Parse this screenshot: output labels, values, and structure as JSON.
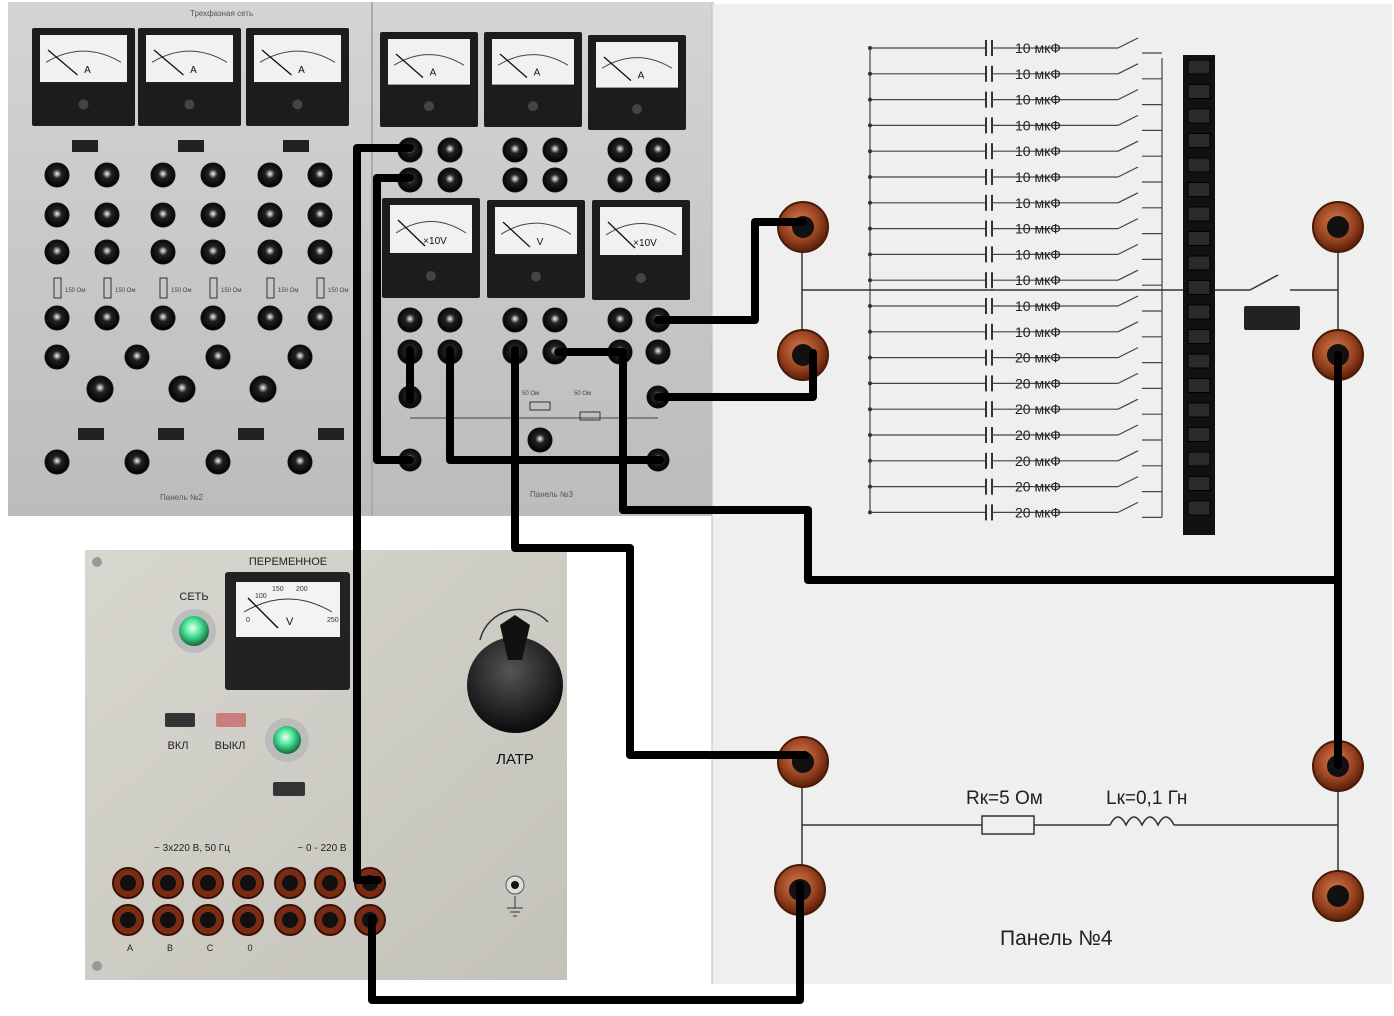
{
  "panel_top": {
    "header": "Трехфазная сеть",
    "meter_unit_a": "A",
    "meter_unit_10v": "×10V",
    "meter_unit_v": "V",
    "res_label": "150 Ом",
    "res_label_b": "50 Ом",
    "label_left": "Панель №2",
    "label_right": "Панель №3"
  },
  "source_panel": {
    "title": "ПЕРЕМЕННОЕ",
    "net_label": "СЕТЬ",
    "meter_unit": "V",
    "meter_scale": [
      "0",
      "100",
      "150",
      "200",
      "250"
    ],
    "on_label": "ВКЛ",
    "off_label": "ВЫКЛ",
    "latr_label": "ЛАТР",
    "three_phase_label": "~ 3х220 В, 50 Гц",
    "var_label": "~ 0 - 220 В",
    "phase_labels": [
      "A",
      "B",
      "C",
      "0"
    ]
  },
  "panel4": {
    "capacitors": [
      "10 мкФ",
      "10 мкФ",
      "10 мкФ",
      "10 мкФ",
      "10 мкФ",
      "10 мкФ",
      "10 мкФ",
      "10 мкФ",
      "10 мкФ",
      "10 мкФ",
      "10 мкФ",
      "10 мкФ",
      "20 мкФ",
      "20 мкФ",
      "20 мкФ",
      "20 мкФ",
      "20 мкФ",
      "20 мкФ",
      "20 мкФ"
    ],
    "rk_label": "Rк=5 Ом",
    "lk_label": "Lк=0,1 Гн",
    "title": "Панель №4"
  },
  "colors": {
    "wire": "#000000",
    "terminal_brown": "#8b3a1c",
    "panel_gray": "#c9c9c9",
    "panel4_bg": "#eeeeee",
    "led_green": "#35e08a"
  }
}
